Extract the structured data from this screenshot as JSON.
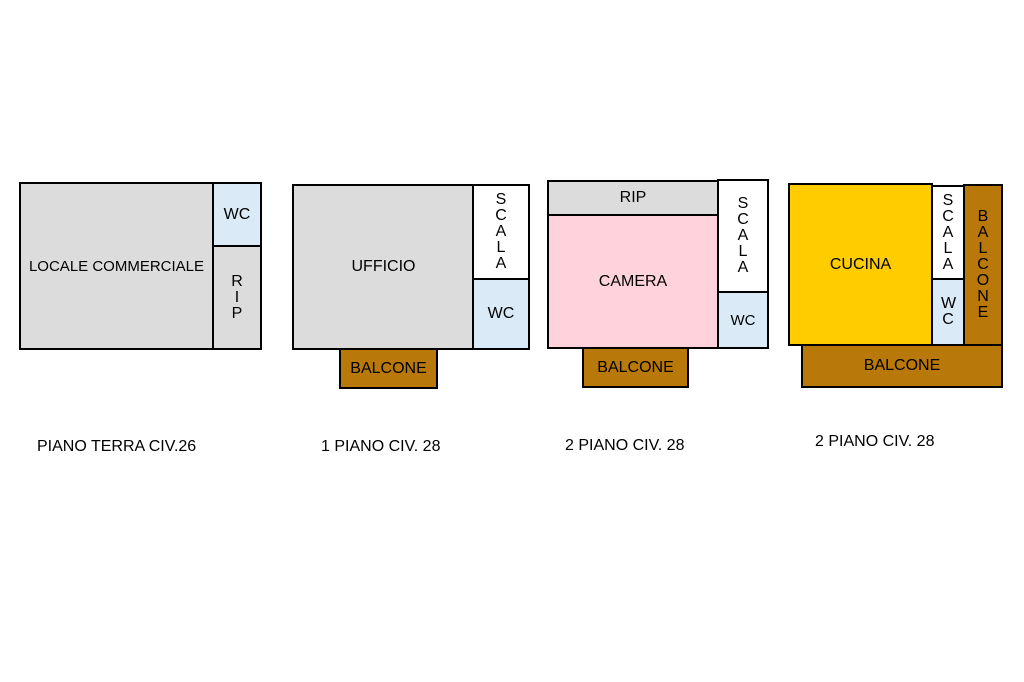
{
  "colors": {
    "grey": "#dcdcdc",
    "blue": "#dbeaf7",
    "white": "#ffffff",
    "pink": "#ffd2dc",
    "yellow": "#ffcc00",
    "brown": "#b8780a"
  },
  "plan1": {
    "locale": "LOCALE COMMERCIALE",
    "wc": "WC",
    "rip": "RIP",
    "caption": "PIANO TERRA CIV.26"
  },
  "plan2": {
    "ufficio": "UFFICIO",
    "scala": "SCALA",
    "wc": "WC",
    "balcone": "BALCONE",
    "caption": "1 PIANO CIV. 28"
  },
  "plan3": {
    "rip": "RIP",
    "scala": "SCALA",
    "camera": "CAMERA",
    "wc": "WC",
    "balcone": "BALCONE",
    "caption": "2 PIANO CIV. 28"
  },
  "plan4": {
    "cucina": "CUCINA",
    "scala": "SCALA",
    "wc": "WC",
    "balcone_side": "BALCONE",
    "balcone": "BALCONE",
    "caption": "2 PIANO CIV. 28"
  }
}
